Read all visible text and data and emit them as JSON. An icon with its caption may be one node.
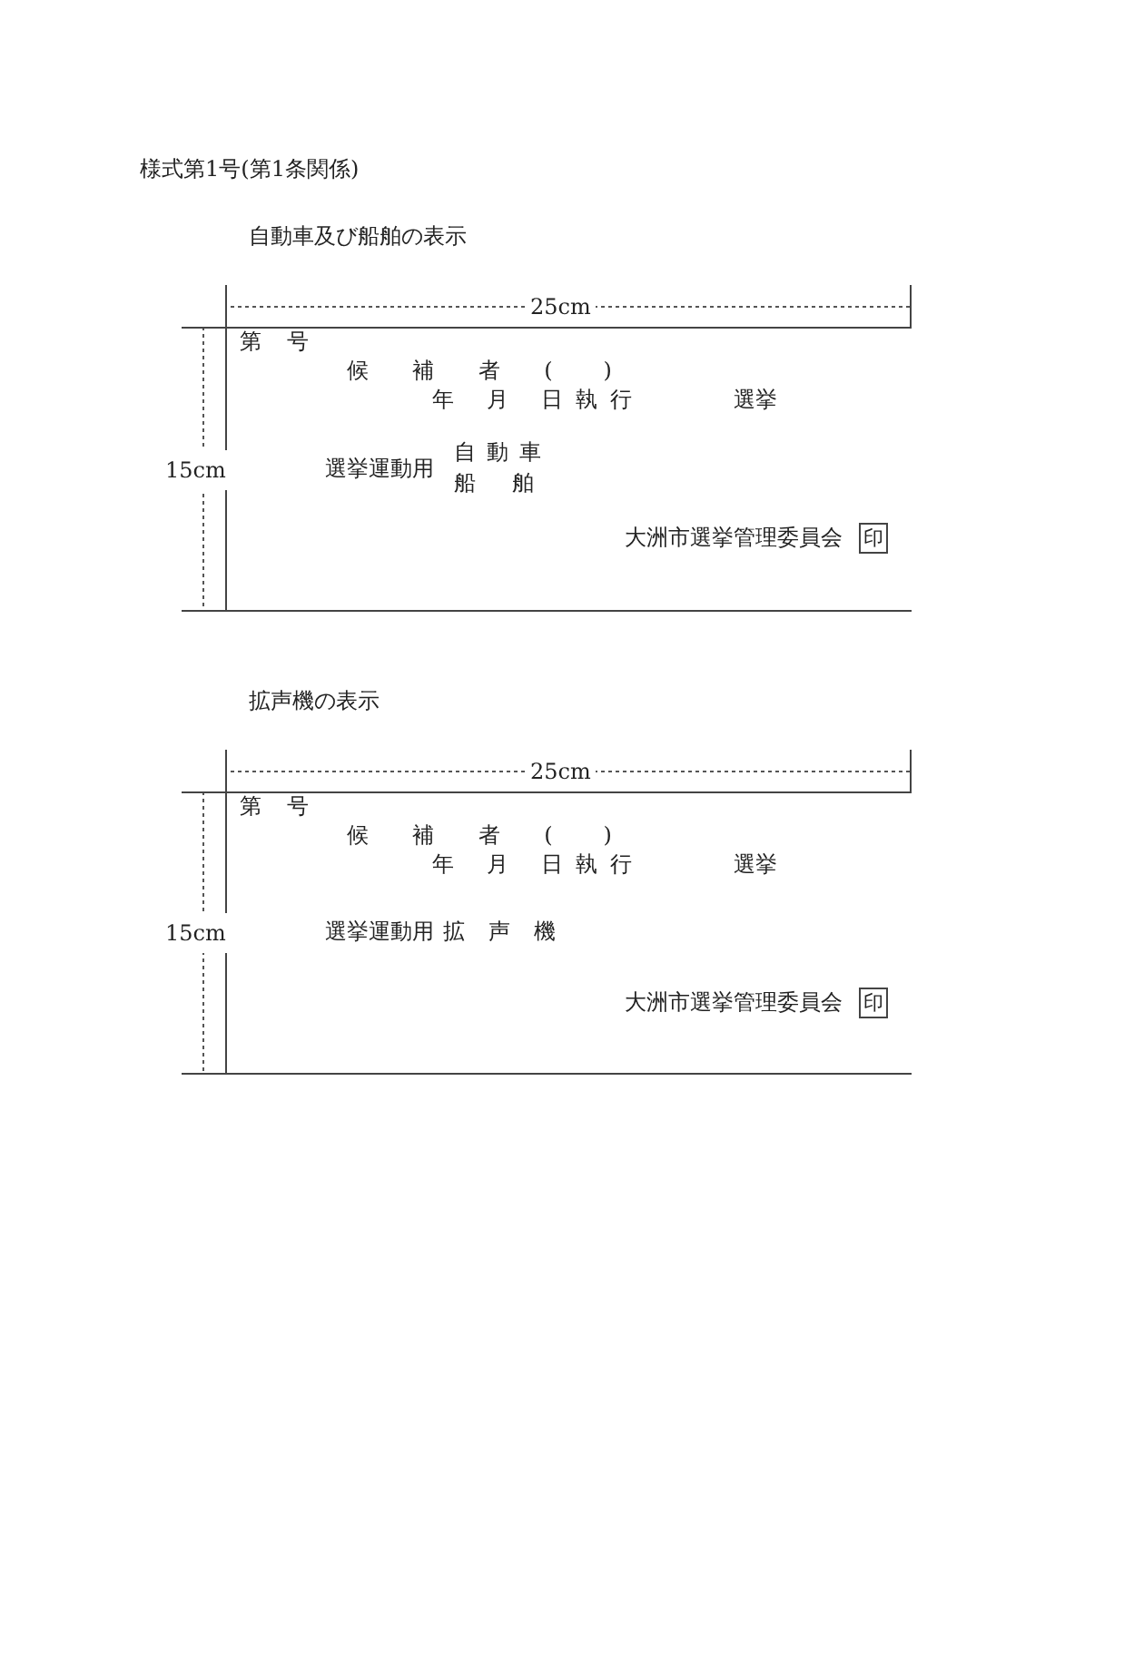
{
  "diagram": {
    "title": "様式第1号(第1条関係)",
    "nodes": [
      {
        "text": [
          "第 号",
          "候補者( )",
          "年 月 日執行",
          "選挙",
          "選挙運動用",
          "自 動 車",
          "船 舶",
          "大洲市選挙管理委員会"
        ]
      },
      {
        "text": [
          "印"
        ],
        "in": 0
      },
      {
        "text": [
          "第 号",
          "候補者( )",
          "年 月 日執行",
          "選挙",
          "選挙運動用",
          "拡 声 機",
          "大洲市選挙管理委員会"
        ]
      },
      {
        "text": [
          "印"
        ],
        "in": 2
      }
    ],
    "labels": [
      "自動車及び船舶の表示",
      "25cm",
      "15cm",
      "拡声機の表示",
      "25cm",
      "15cm"
    ]
  }
}
